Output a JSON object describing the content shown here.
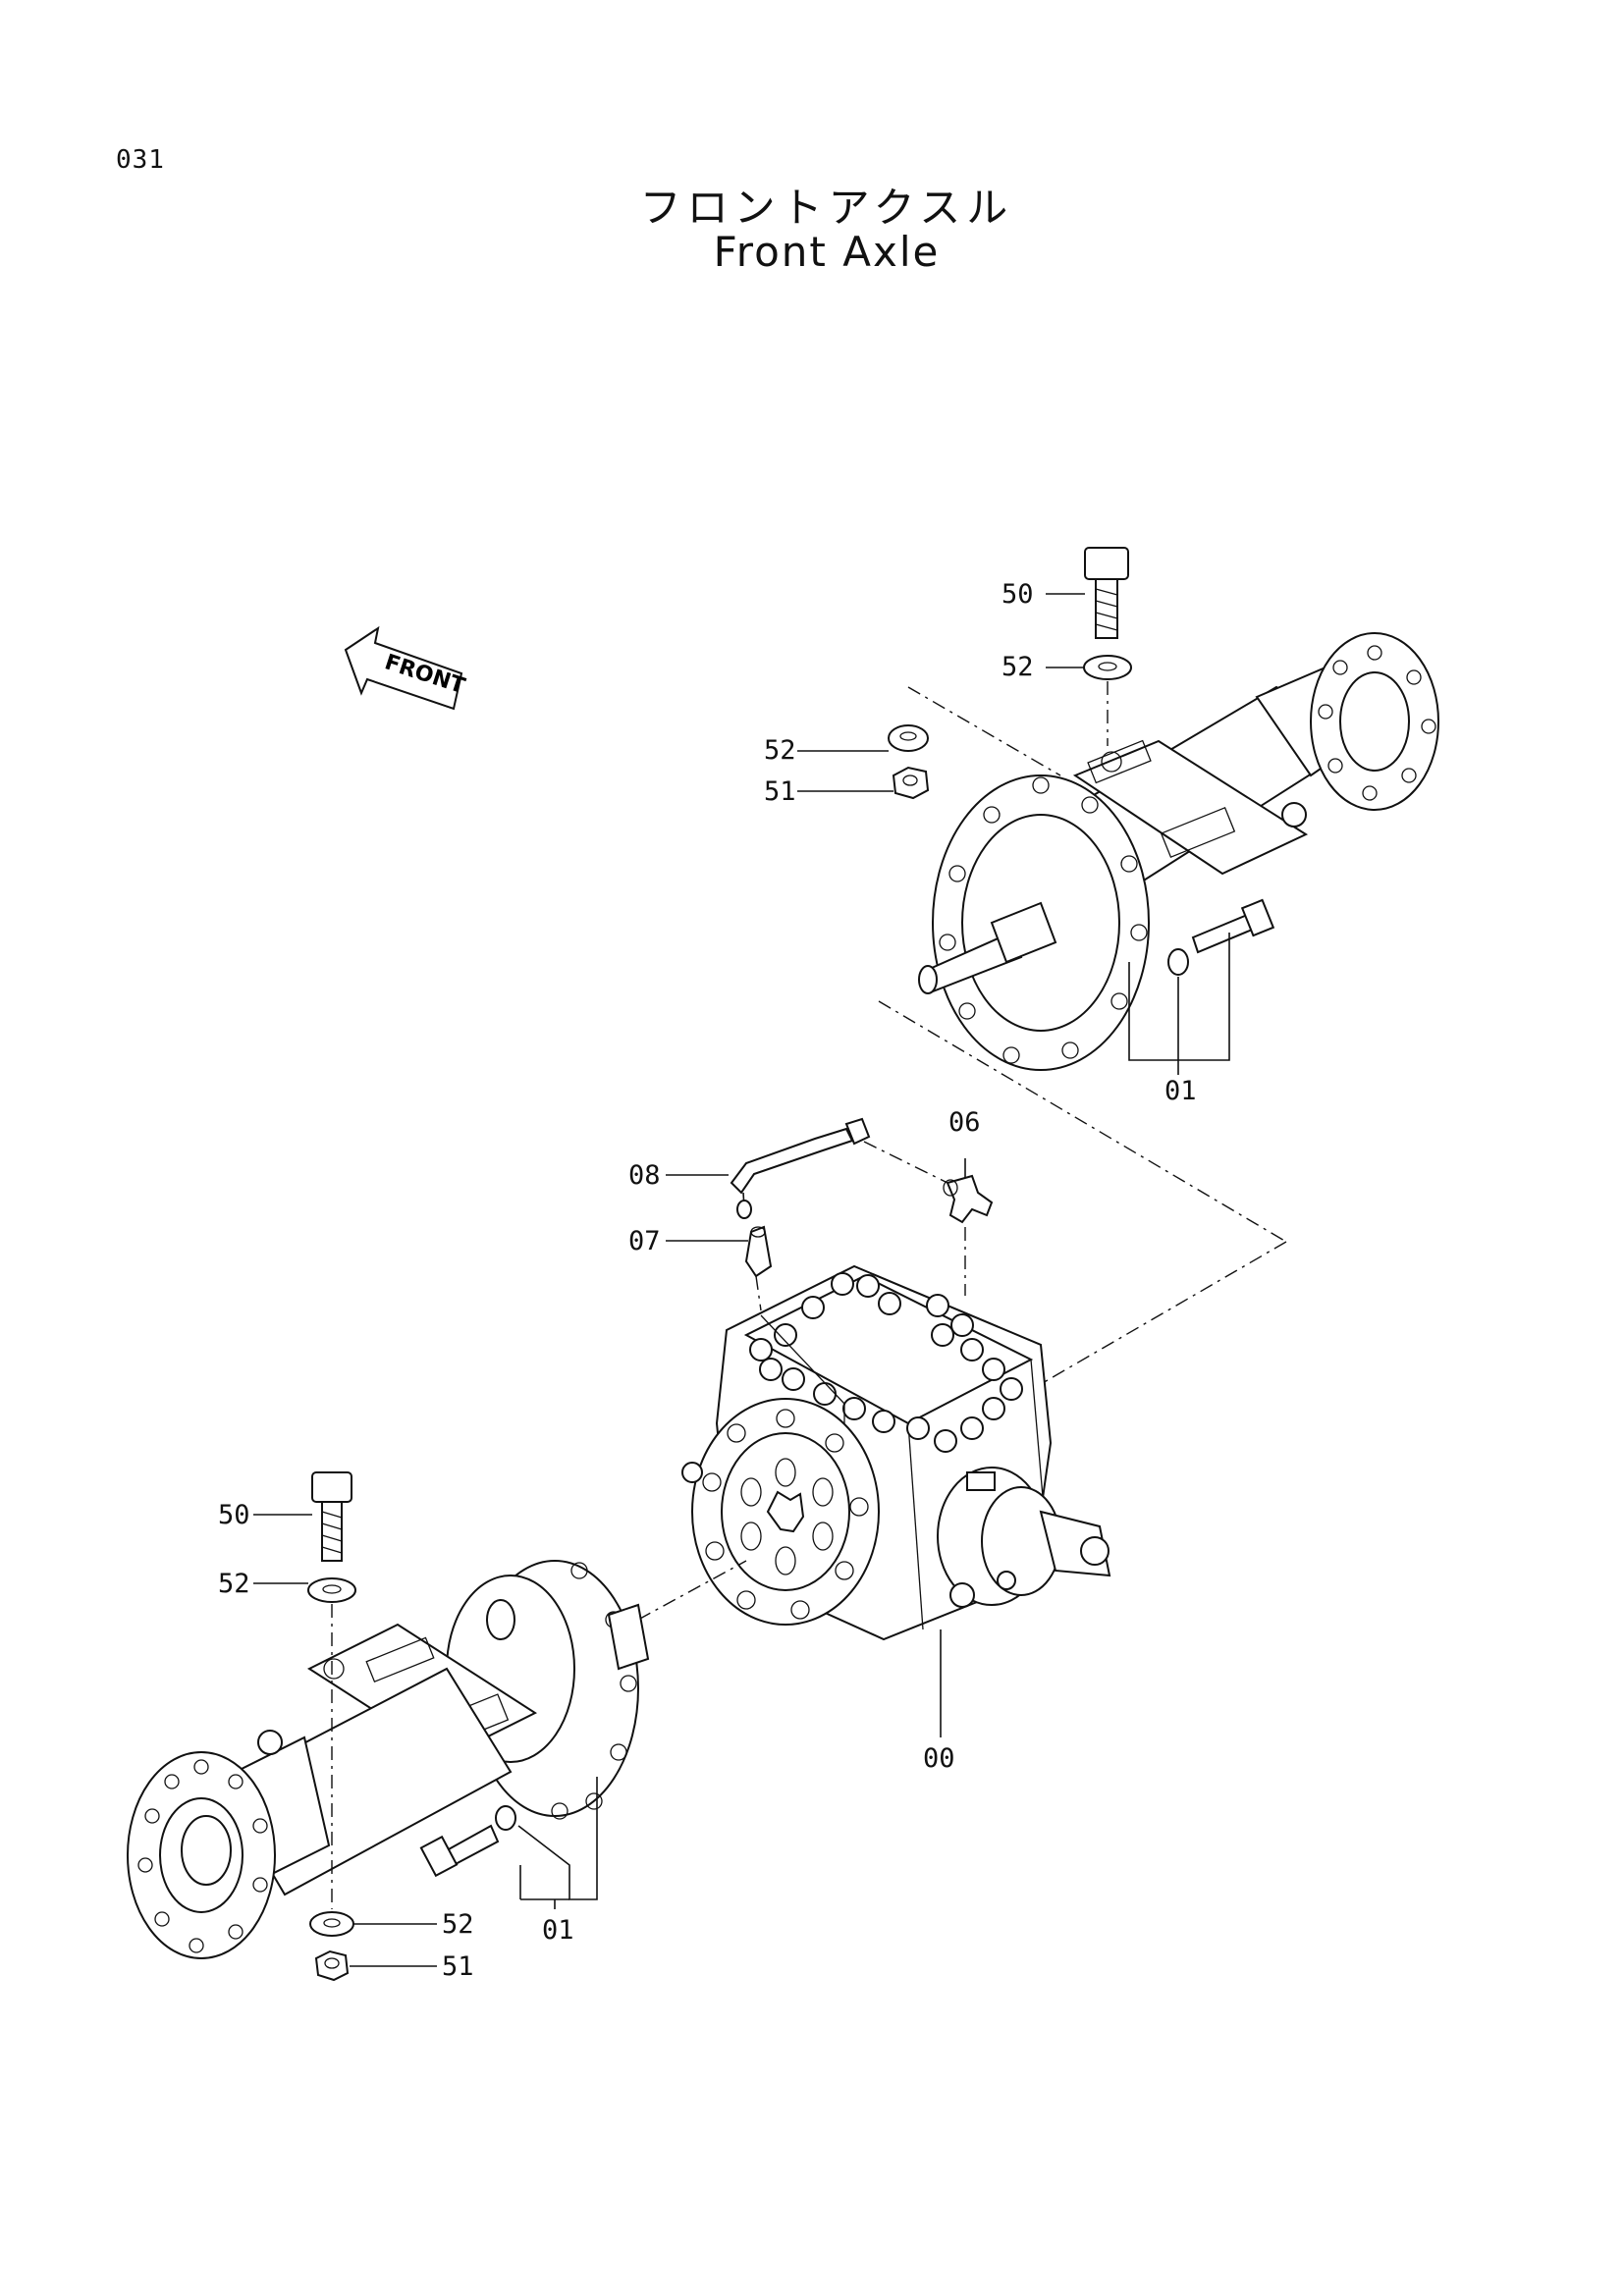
{
  "page": {
    "number": "031"
  },
  "title": {
    "japanese": "フロントアクスル",
    "english": "Front Axle"
  },
  "front_marker": {
    "text": "FRONT",
    "icon": "arrow-left-icon"
  },
  "callouts": {
    "upper_50": "50",
    "upper_52_top": "52",
    "upper_52_left": "52",
    "upper_51": "51",
    "upper_01": "01",
    "diff_08": "08",
    "diff_07": "07",
    "diff_06": "06",
    "diff_00": "00",
    "lower_50": "50",
    "lower_52_top": "52",
    "lower_52_bottom": "52",
    "lower_51": "51",
    "lower_01": "01"
  }
}
